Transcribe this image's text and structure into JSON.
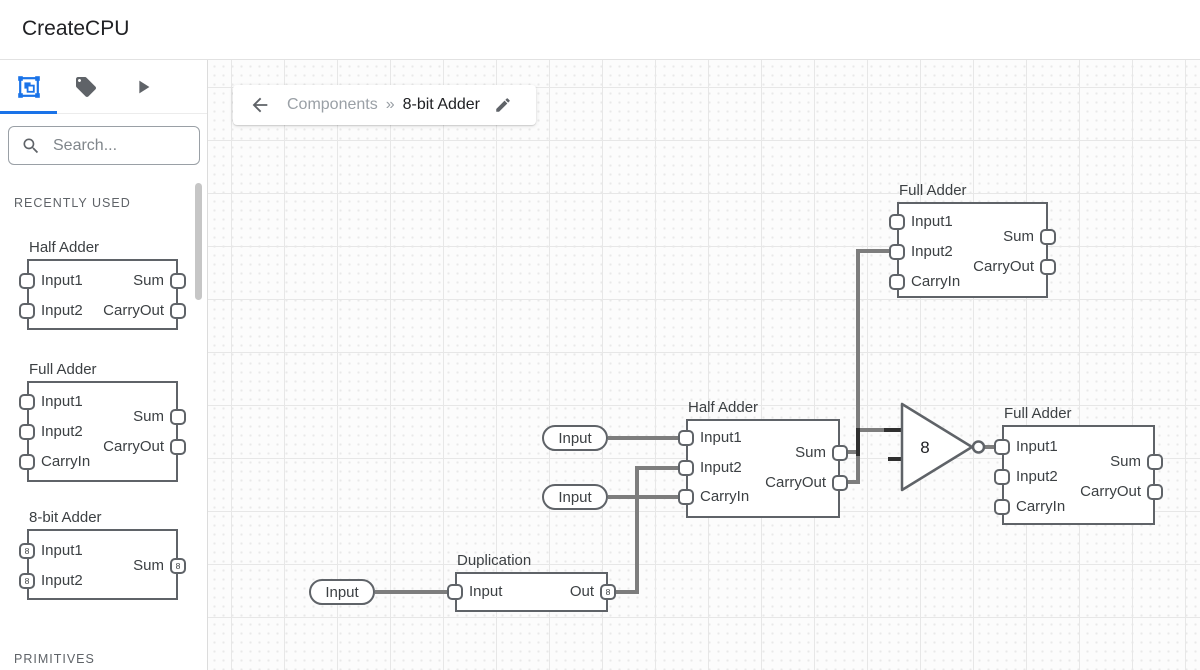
{
  "header": {
    "title": "CreateCPU"
  },
  "sidebar": {
    "tabs": [
      {
        "icon": "components-select-icon",
        "active": true
      },
      {
        "icon": "tag-icon",
        "active": false
      },
      {
        "icon": "play-icon",
        "active": false
      }
    ],
    "search_placeholder": "Search...",
    "recent_label": "RECENTLY USED",
    "primitives_label": "PRIMITIVES",
    "recent": [
      {
        "title": "Half Adder",
        "left_ports": [
          {
            "label": "Input1"
          },
          {
            "label": "Input2"
          }
        ],
        "right_ports": [
          {
            "label": "Sum"
          },
          {
            "label": "CarryOut"
          }
        ]
      },
      {
        "title": "Full Adder",
        "left_ports": [
          {
            "label": "Input1"
          },
          {
            "label": "Input2"
          },
          {
            "label": "CarryIn"
          }
        ],
        "right_ports": [
          {
            "label": "Sum"
          },
          {
            "label": "CarryOut"
          }
        ]
      },
      {
        "title": "8-bit Adder",
        "left_ports": [
          {
            "label": "Input1",
            "bus": "8"
          },
          {
            "label": "Input2",
            "bus": "8"
          }
        ],
        "right_ports": [
          {
            "label": "Sum",
            "bus": "8"
          }
        ]
      }
    ]
  },
  "breadcrumb": {
    "parent": "Components",
    "separator": "»",
    "current": "8-bit Adder"
  },
  "canvas": {
    "nodes": [
      {
        "title": "Full Adder",
        "left_ports": [
          {
            "label": "Input1"
          },
          {
            "label": "Input2"
          },
          {
            "label": "CarryIn"
          }
        ],
        "right_ports": [
          {
            "label": "Sum"
          },
          {
            "label": "CarryOut"
          }
        ]
      },
      {
        "title": "Half Adder",
        "left_ports": [
          {
            "label": "Input1"
          },
          {
            "label": "Input2"
          },
          {
            "label": "CarryIn"
          }
        ],
        "right_ports": [
          {
            "label": "Sum"
          },
          {
            "label": "CarryOut"
          }
        ]
      },
      {
        "title": "Full Adder",
        "left_ports": [
          {
            "label": "Input1"
          },
          {
            "label": "Input2"
          },
          {
            "label": "CarryIn"
          }
        ],
        "right_ports": [
          {
            "label": "Sum"
          },
          {
            "label": "CarryOut"
          }
        ]
      },
      {
        "title": "Duplication",
        "left_ports": [
          {
            "label": "Input"
          }
        ],
        "right_ports": [
          {
            "label": "Out",
            "bus": "8"
          }
        ]
      }
    ],
    "input_pills": [
      {
        "label": "Input"
      },
      {
        "label": "Input"
      },
      {
        "label": "Input"
      }
    ],
    "merger_label": "8"
  },
  "colors": {
    "accent": "#1a73e8",
    "wire": "#7d7d7d",
    "wire_dark": "#2f2f2f",
    "component_border": "#5f6368"
  }
}
